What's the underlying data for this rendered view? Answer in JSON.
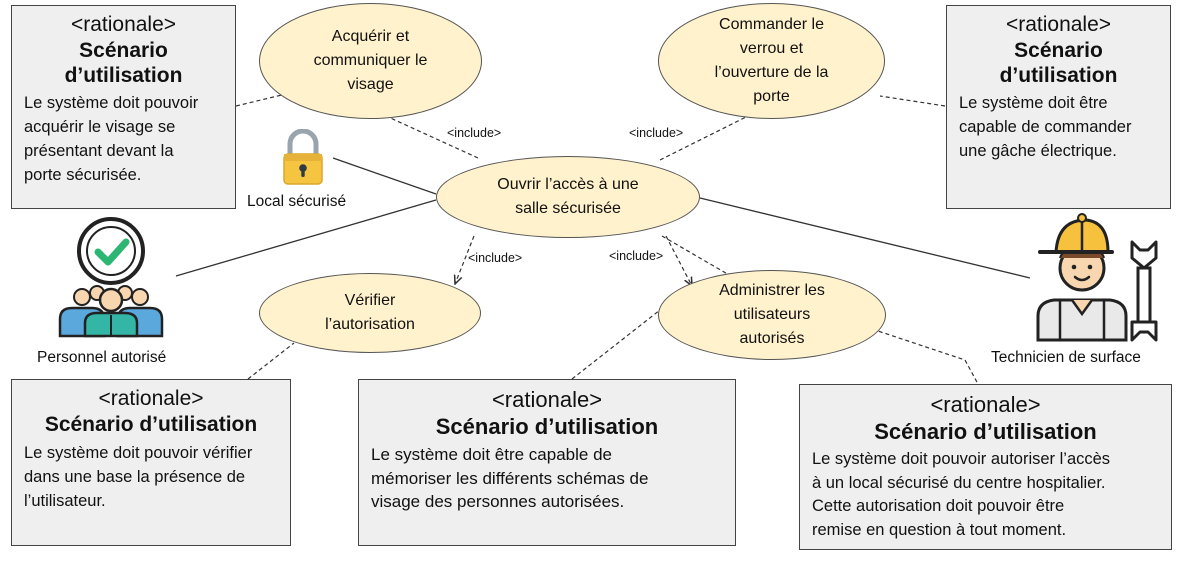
{
  "rationale_boxes": {
    "top_left": {
      "stereotype": "<rationale>",
      "heading": "Scénario d’utilisation",
      "lines": [
        "Le système doit pouvoir",
        "acquérir le visage se",
        "présentant devant la",
        "porte sécurisée."
      ]
    },
    "top_right": {
      "stereotype": "<rationale>",
      "heading": "Scénario d’utilisation",
      "lines": [
        "Le système doit être",
        "capable de commander",
        "une gâche électrique."
      ]
    },
    "bottom_left": {
      "stereotype": "<rationale>",
      "heading": "Scénario d’utilisation",
      "lines": [
        "Le système doit pouvoir vérifier",
        "dans une base la présence de",
        "l’utilisateur."
      ]
    },
    "bottom_middle": {
      "stereotype": "<rationale>",
      "heading": "Scénario d’utilisation",
      "lines": [
        "Le système doit être capable de",
        "mémoriser les différents schémas de",
        "visage des personnes autorisées."
      ]
    },
    "bottom_right": {
      "stereotype": "<rationale>",
      "heading": "Scénario d’utilisation",
      "lines": [
        "Le système doit pouvoir autoriser l’accès",
        "à un local sécurisé du centre hospitalier.",
        "Cette autorisation doit pouvoir être",
        "remise en question à tout moment."
      ]
    }
  },
  "use_cases": {
    "acquire": {
      "lines": [
        "Acquérir et",
        "communiquer le",
        "visage"
      ]
    },
    "command": {
      "lines": [
        "Commander le",
        "verrou et",
        "l’ouverture de la",
        "porte"
      ]
    },
    "open": {
      "lines": [
        "Ouvrir l’accès à une",
        "salle sécurisée"
      ]
    },
    "verify": {
      "lines": [
        "Vérifier",
        "l’autorisation"
      ]
    },
    "admin": {
      "lines": [
        "Administrer les",
        "utilisateurs",
        "autorisés"
      ]
    }
  },
  "include_labels": [
    "<include>",
    "<include>",
    "<include>",
    "<include>"
  ],
  "actors": {
    "local": {
      "label": "Local sécurisé",
      "icon": "padlock-icon"
    },
    "personnel": {
      "label": "Personnel autorisé",
      "icon": "authorized-group-icon"
    },
    "technicien": {
      "label": "Technicien de surface",
      "icon": "technician-icon"
    }
  },
  "colors": {
    "use_case_fill": "#fff2cc",
    "rationale_fill": "#efefef",
    "padlock_body": "#f5c542",
    "check_green": "#2bb673",
    "person_teal": "#34b6a6",
    "person_blue": "#5aa8dc",
    "helmet_yellow": "#f6c23e",
    "skin": "#f8d7b0"
  }
}
